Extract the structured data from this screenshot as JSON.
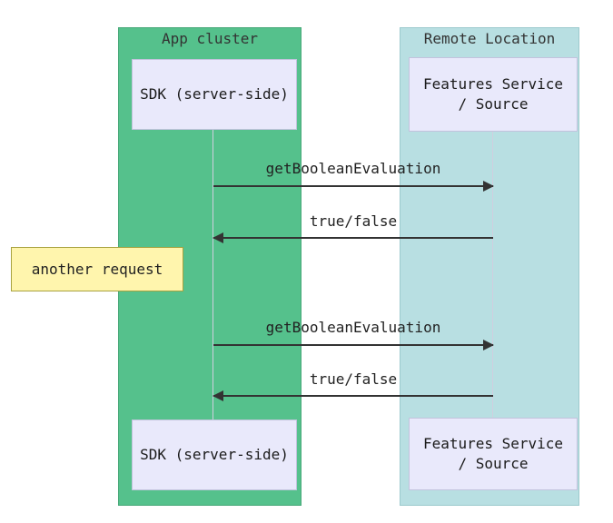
{
  "diagram": {
    "groups": {
      "app_cluster": {
        "title": "App cluster",
        "color": "#55c18c"
      },
      "remote_location": {
        "title": "Remote Location",
        "color": "#b8dfe2"
      }
    },
    "participants": {
      "sdk_top": "SDK (server-side)",
      "features_top": "Features Service\n/ Source",
      "sdk_bottom": "SDK (server-side)",
      "features_bottom": "Features Service\n/ Source"
    },
    "messages": [
      {
        "label": "getBooleanEvaluation",
        "direction": "right"
      },
      {
        "label": "true/false",
        "direction": "left"
      },
      {
        "label": "getBooleanEvaluation",
        "direction": "right"
      },
      {
        "label": "true/false",
        "direction": "left"
      }
    ],
    "note": {
      "text": "another request",
      "color": "#fff5ad"
    },
    "colors": {
      "participant_fill": "#e9e9fb",
      "participant_border": "#c3c3dd",
      "arrow": "#333333"
    }
  }
}
